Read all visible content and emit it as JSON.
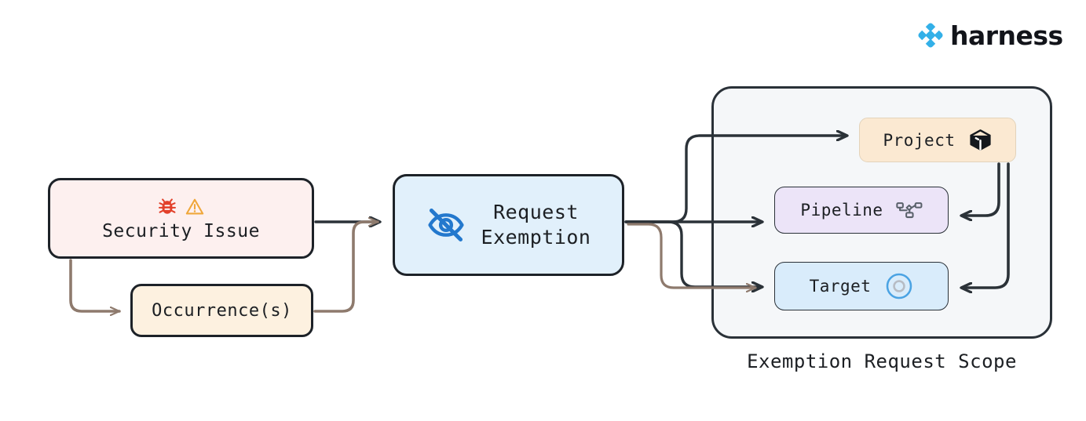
{
  "brand": {
    "name": "harness",
    "logo_icon": "harness-diamond-logo-icon",
    "logo_color": "#33b0e8"
  },
  "diagram": {
    "title_caption": "Exemption Request Scope",
    "nodes": {
      "security_issue": {
        "label": "Security Issue",
        "icons": [
          "bug-icon",
          "warning-triangle-icon"
        ],
        "fill": "#fdf0ef",
        "border": "#1d2228",
        "bug_color": "#e2402a",
        "warning_color": "#f0a73a"
      },
      "occurrences": {
        "label": "Occurrence(s)",
        "fill": "#fdf1e0",
        "border": "#1d2228"
      },
      "request_exemption": {
        "label_line1": "Request",
        "label_line2": "Exemption",
        "icon": "eye-off-icon",
        "icon_color": "#2378cd",
        "fill": "#e1f0fb",
        "border": "#1d2228"
      },
      "project": {
        "label": "Project",
        "icon": "cube-icon",
        "fill": "#fbe9d2",
        "icon_color": "#14181d"
      },
      "pipeline": {
        "label": "Pipeline",
        "icon": "pipeline-nodes-icon",
        "fill": "#ece4f8",
        "icon_color": "#59606a"
      },
      "target": {
        "label": "Target",
        "icon": "target-rings-icon",
        "fill": "#d9ecfb",
        "icon_outer_color": "#4ba3e3",
        "icon_inner_color": "#b7bcc4"
      }
    },
    "scope_container": {
      "fill": "#f5f7f9",
      "border": "#2a3138"
    },
    "edges": [
      {
        "from": "security_issue",
        "to": "request_exemption",
        "color": "#2b3238"
      },
      {
        "from": "security_issue",
        "to": "occurrences",
        "color": "#8e7a6d"
      },
      {
        "from": "occurrences",
        "to": "request_exemption",
        "color": "#8e7a6d"
      },
      {
        "from": "request_exemption",
        "to": "project",
        "color": "#2b3238"
      },
      {
        "from": "request_exemption",
        "to": "pipeline",
        "color": "#2b3238"
      },
      {
        "from": "request_exemption",
        "to": "target",
        "color": "#2b3238"
      },
      {
        "from": "request_exemption",
        "to": "target",
        "color": "#8e7a6d"
      },
      {
        "from": "project",
        "to": "pipeline",
        "color": "#2b3238"
      },
      {
        "from": "project",
        "to": "target",
        "color": "#2b3238"
      }
    ]
  }
}
